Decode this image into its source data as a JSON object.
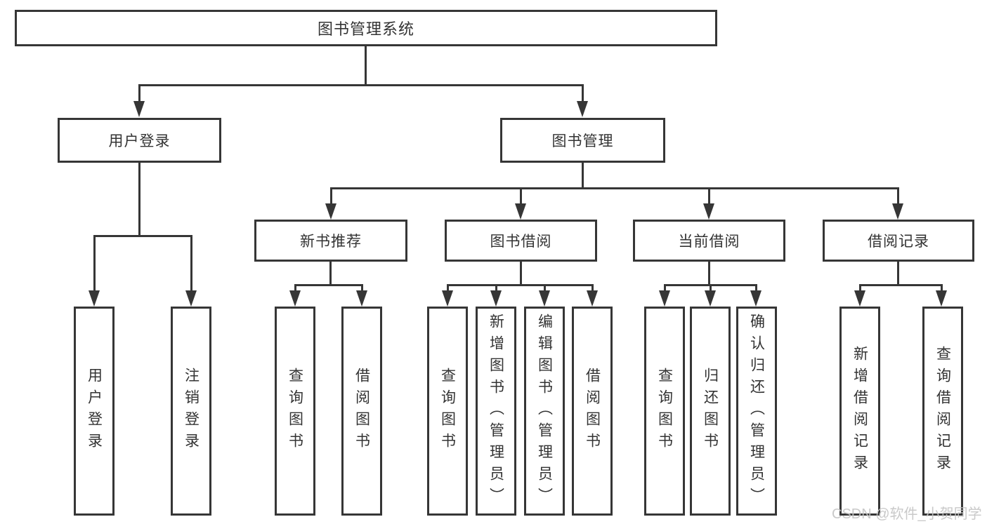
{
  "diagram": {
    "colors": {
      "line": "#363636",
      "box_border": "#363636",
      "text": "#333333",
      "background": "#ffffff",
      "watermark": "#c4c4c4"
    },
    "tree": {
      "root": {
        "label": "图书管理系统",
        "children": [
          {
            "label": "用户登录",
            "children": [
              {
                "label": "用户登录"
              },
              {
                "label": "注销登录"
              }
            ]
          },
          {
            "label": "图书管理",
            "children": [
              {
                "label": "新书推荐",
                "children": [
                  {
                    "label": "查询图书"
                  },
                  {
                    "label": "借阅图书"
                  }
                ]
              },
              {
                "label": "图书借阅",
                "children": [
                  {
                    "label": "查询图书"
                  },
                  {
                    "label": "新增图书（管理员）"
                  },
                  {
                    "label": "编辑图书（管理员）"
                  },
                  {
                    "label": "借阅图书"
                  }
                ]
              },
              {
                "label": "当前借阅",
                "children": [
                  {
                    "label": "查询图书"
                  },
                  {
                    "label": "归还图书"
                  },
                  {
                    "label": "确认归还（管理员）"
                  }
                ]
              },
              {
                "label": "借阅记录",
                "children": [
                  {
                    "label": "新增借阅记录"
                  },
                  {
                    "label": "查询借阅记录"
                  }
                ]
              }
            ]
          }
        ]
      }
    },
    "watermark": {
      "text": "CSDN @软件_小贺同学"
    }
  }
}
